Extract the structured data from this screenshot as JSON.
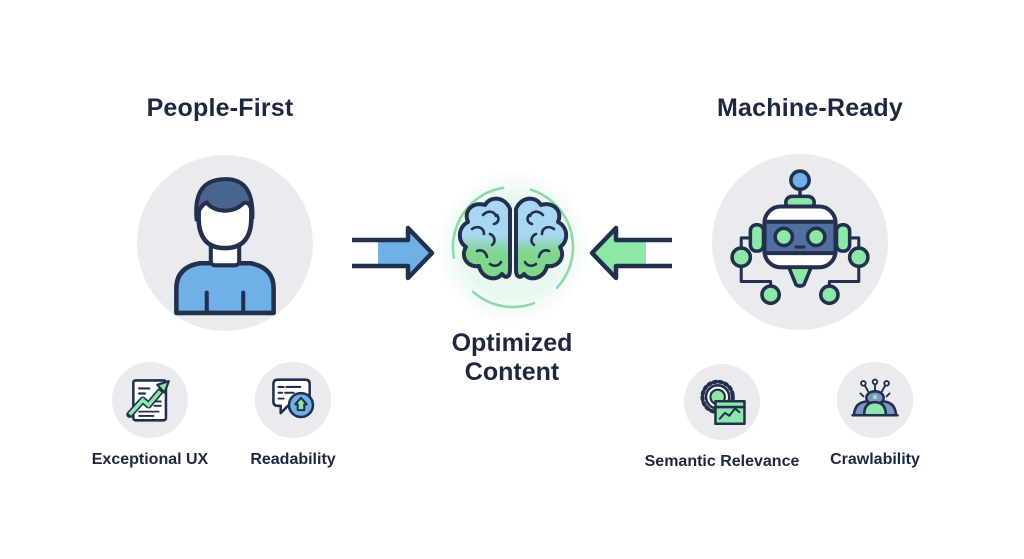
{
  "colors": {
    "ink": "#1c2740",
    "navy": "#22304e",
    "blue": "#6fb0e6",
    "green": "#8be8a7",
    "slate": "#4a6390",
    "band": "#50709f",
    "periwinkle": "#7e95c9",
    "circle": "#e9ebef",
    "mint": "#8fd9a8"
  },
  "left_section": {
    "title": "People-First",
    "icon": "person-icon",
    "features": [
      {
        "label": "Exceptional UX",
        "icon": "document-growth-chart-icon"
      },
      {
        "label": "Readability",
        "icon": "speech-bubble-badge-icon"
      }
    ]
  },
  "right_section": {
    "title": "Machine-Ready",
    "icon": "robot-icon",
    "features": [
      {
        "label": "Semantic Relevance",
        "icon": "gear-analytics-icon"
      },
      {
        "label": "Crawlability",
        "icon": "crawler-bot-icon"
      }
    ]
  },
  "center": {
    "title_line1": "Optimized",
    "title_line2": "Content",
    "icon": "brain-icon"
  },
  "arrows": [
    {
      "name": "people-to-content-arrow",
      "direction": "right",
      "color": "#6fb0e6"
    },
    {
      "name": "machine-to-content-arrow",
      "direction": "left",
      "color": "#8be8a7"
    }
  ]
}
